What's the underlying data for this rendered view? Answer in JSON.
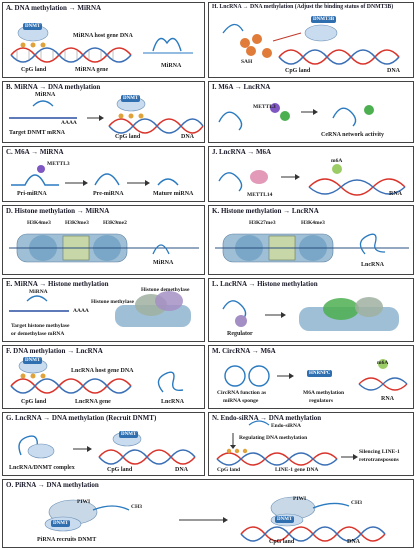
{
  "panels": {
    "A": {
      "title": "A. DNA methylation → MiRNA",
      "labels": {
        "enzyme": "DNMT",
        "host": "MiRNA host gene DNA",
        "cpg": "CpG land",
        "gene": "MiRNA gene",
        "mirna": "MiRNA"
      }
    },
    "B": {
      "title": "B. MiRNA → DNA methylation",
      "labels": {
        "mirna": "MiRNA",
        "aaaa": "AAAA",
        "target": "Target DNMT mRNA",
        "enzyme": "DNMT",
        "cpg": "CpG land",
        "dna": "DNA"
      }
    },
    "C": {
      "title": "C. M6A → MiRNA",
      "labels": {
        "enzyme": "METTL3",
        "pri": "Pri-miRNA",
        "pre": "Pre-miRNA",
        "mature": "Mature miRNA"
      }
    },
    "D": {
      "title": "D. Histone methylation → MiRNA",
      "labels": {
        "m1": "H3K4me3",
        "m2": "H3K9me3",
        "m3": "H3K9me2",
        "mirna": "MiRNA"
      }
    },
    "E": {
      "title": "E. MiRNA → Histone methylation",
      "labels": {
        "mirna": "MiRNA",
        "aaaa": "AAAA",
        "target1": "Target histone methylase",
        "target2": "or demethylase mRNA",
        "methylase": "Histone methylase",
        "demethylase": "Histone demethylase"
      }
    },
    "F": {
      "title": "F. DNA methylation → LncRNA",
      "labels": {
        "enzyme": "DNMT",
        "host": "LncRNA host gene DNA",
        "cpg": "CpG land",
        "gene": "LncRNA gene",
        "lncrna": "LncRNA"
      }
    },
    "G": {
      "title": "G. LncRNA → DNA methylation (Recruit DNMT)",
      "labels": {
        "enzyme": "DNMT",
        "complex": "LncRNA/DNMT complex",
        "cpg": "CpG land",
        "dna": "DNA"
      }
    },
    "H": {
      "title": "H. LncRNA → DNA methylation (Adjust the binding status of DNMT3B)",
      "labels": {
        "enzyme": "DNMT3B",
        "sah": "SAH",
        "cpg": "CpG land",
        "dna": "DNA"
      }
    },
    "I": {
      "title": "I. M6A → LncRNA",
      "labels": {
        "enzyme": "METTL3",
        "cerna": "CeRNA network activity"
      }
    },
    "J": {
      "title": "J. LncRNA → M6A",
      "labels": {
        "enzyme": "METTL14",
        "m6a": "m6A",
        "rna": "RNA"
      }
    },
    "K": {
      "title": "K. Histone methylation → LncRNA",
      "labels": {
        "m1": "H3K27me3",
        "m2": "H3K4me3",
        "lncrna": "LncRNA"
      }
    },
    "L": {
      "title": "L. LncRNA → Histone methylation",
      "labels": {
        "regulator": "Regulator"
      }
    },
    "M": {
      "title": "M. CircRNA → M6A",
      "labels": {
        "enzyme": "HNRNPC",
        "m6a": "m6A",
        "sponge1": "CircRNA function as",
        "sponge2": "miRNA sponge",
        "reg1": "M6A methylation",
        "reg2": "regulators",
        "rna": "RNA"
      }
    },
    "N": {
      "title": "N. Endo-siRNA → DNA methylation",
      "labels": {
        "endo": "Endo-siRNA",
        "regulating": "Regulating DNA methylation",
        "cpg": "CpG land",
        "line": "LINE-1 gene DNA",
        "sil1": "Silencing LINE-1",
        "sil2": "retrotransposons"
      }
    },
    "O": {
      "title": "O. PiRNA → DNA methylation",
      "labels": {
        "piwi": "PIWI",
        "enzyme": "DNMT",
        "recruit": "PiRNA recruits DNMT",
        "ch3": "CH3",
        "piwi2": "PIWI",
        "enzyme2": "DNMT",
        "ch3b": "CH3",
        "cpg": "CpG land",
        "dna": "DNA"
      }
    }
  },
  "colors": {
    "dnmt": "#2f6fb0",
    "dna_red": "#d9342b",
    "dna_blue": "#3a6fb5",
    "histone": "#7aa7c7",
    "sah": "#e07b39",
    "rna": "#2a7ac0"
  }
}
